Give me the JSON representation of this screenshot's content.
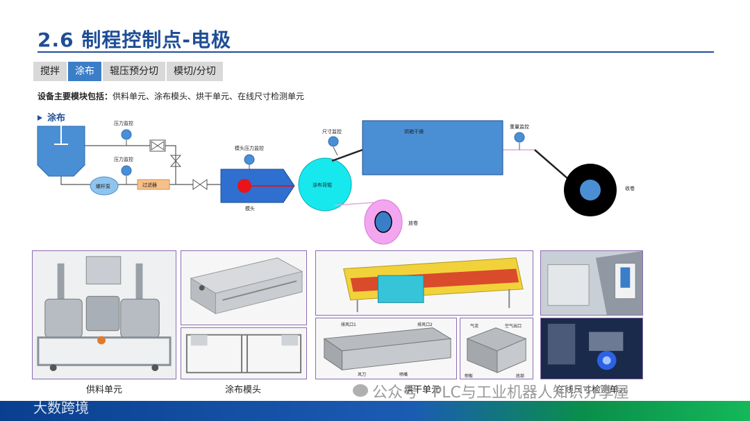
{
  "header": {
    "title": "2.6 制程控制点-电极"
  },
  "tabs": [
    {
      "label": "搅拌",
      "active": false
    },
    {
      "label": "涂布",
      "active": true
    },
    {
      "label": "辊压预分切",
      "active": false
    },
    {
      "label": "模切/分切",
      "active": false
    }
  ],
  "modules": {
    "label": "设备主要模块包括：",
    "items": "供料单元、涂布模头、烘干单元、在线尺寸检测单元"
  },
  "diagram": {
    "section_label": "涂布",
    "labels": {
      "pressure_top": "压力监控",
      "pressure_mid": "压力监控",
      "screw_pump": "螺杆泵",
      "filter": "过滤器",
      "die_pressure": "模头压力监控",
      "die_head": "模头",
      "backing_roll": "涂布背辊",
      "size_monitor": "尺寸监控",
      "oven": "烘箱干燥",
      "weight_monitor": "重量监控",
      "rewind": "收卷",
      "unwind": "放卷"
    }
  },
  "photos": {
    "captions": {
      "feed_unit": "供料单元",
      "coating_die": "涂布模头",
      "dry_unit": "烘干单元",
      "inline_inspection": "在线尺寸检测单元"
    },
    "labels": {
      "exhaust_1": "排风口1",
      "exhaust_2": "排风口2",
      "air_knife": "风刀",
      "nozzle": "喷嘴",
      "air_in": "气流",
      "air_out": "空气出口",
      "side_plate": "侧板",
      "bottom": "底部"
    }
  },
  "watermark": {
    "text": "公众号 · PLC与工业机器人知识分享屋"
  },
  "footer": {
    "brand": "大数跨境"
  },
  "colors": {
    "title": "#1f4e96",
    "tab_active": "#3b7ec8",
    "tab": "#d9d9d9",
    "frame": "#8c6bb1"
  }
}
